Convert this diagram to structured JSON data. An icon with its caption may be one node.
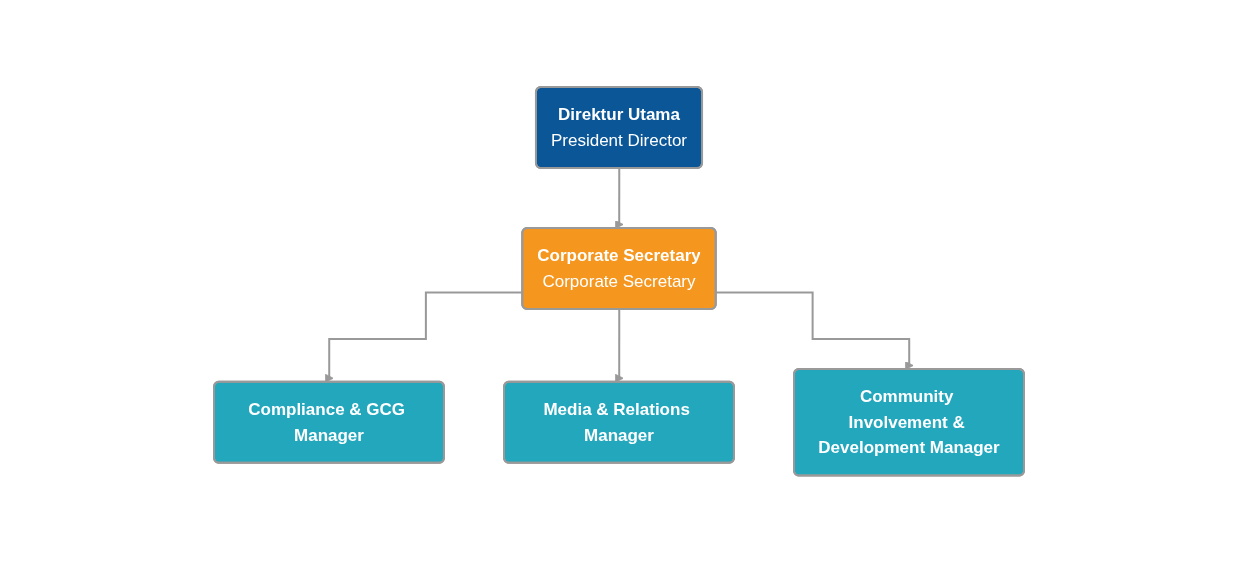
{
  "diagram": {
    "nodes": [
      {
        "text": [
          "Direktur Utama",
          "President Director"
        ]
      },
      {
        "text": [
          "Corporate Secretary",
          "Corporate Secretary"
        ]
      },
      {
        "text": [
          "Compliance & GCG Manager"
        ]
      },
      {
        "text": [
          "Media & Relations Manager"
        ]
      },
      {
        "text": [
          "Community Involvement & Development Manager"
        ]
      }
    ],
    "edges": [
      {
        "from": 0,
        "to": 1,
        "arrow": "to"
      },
      {
        "from": 1,
        "to": 2,
        "arrow": "to"
      },
      {
        "from": 1,
        "to": 3,
        "arrow": "to"
      },
      {
        "from": 1,
        "to": 4,
        "arrow": "to"
      }
    ]
  }
}
